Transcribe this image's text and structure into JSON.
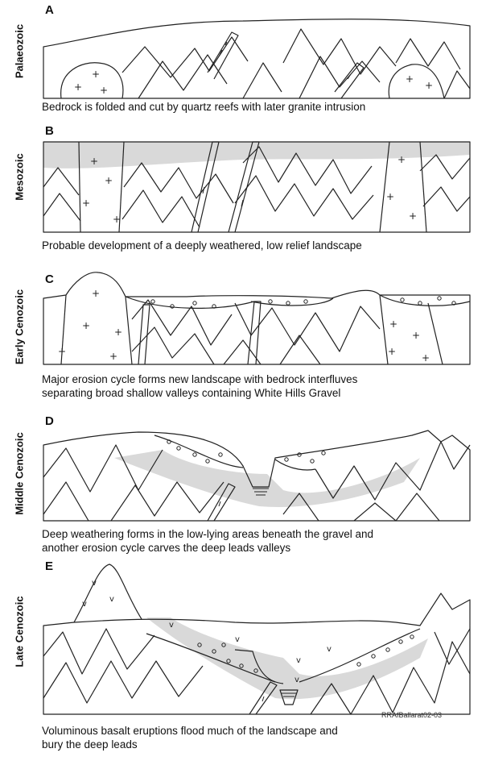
{
  "panels": [
    {
      "letter": "A",
      "era": "Palaeozoic",
      "caption": [
        "Bedrock is folded and cut by quartz reefs with later granite intrusion"
      ]
    },
    {
      "letter": "B",
      "era": "Mesozoic",
      "caption": [
        "Probable development of a deeply weathered, low relief landscape"
      ]
    },
    {
      "letter": "C",
      "era": "Early Cenozoic",
      "caption": [
        "Major erosion cycle forms new landscape with bedrock interfluves",
        "separating broad shallow valleys containing White Hills Gravel"
      ]
    },
    {
      "letter": "D",
      "era": "Middle Cenozoic",
      "caption": [
        "Deep weathering forms in the low-lying areas beneath the gravel and",
        "another erosion cycle carves the deep leads valleys"
      ]
    },
    {
      "letter": "E",
      "era": "Late Cenozoic",
      "caption": [
        "Voluminous basalt eruptions flood much of the landscape and",
        "bury the deep leads"
      ]
    }
  ],
  "credit": "RRAfBallarat02-03",
  "symbols": {
    "granite": "+",
    "gravel": "o",
    "basalt": "v"
  }
}
